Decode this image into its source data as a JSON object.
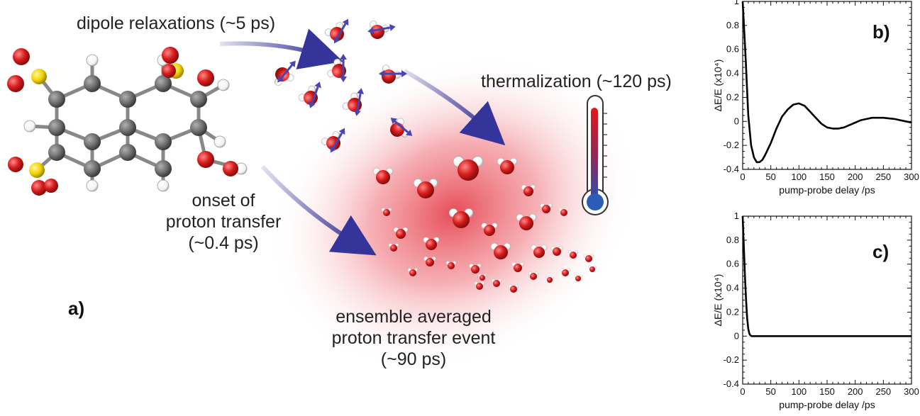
{
  "labels": {
    "dipole": "dipole relaxations (~5 ps)",
    "thermalization": "thermalization (~120 ps)",
    "onset_line1": "onset of",
    "onset_line2": "proton transfer",
    "onset_line3": "(~0.4 ps)",
    "ensemble_line1": "ensemble averaged",
    "ensemble_line2": "proton transfer event",
    "ensemble_line3": "(~90 ps)",
    "panel_a": "a)",
    "panel_b": "b)",
    "panel_c": "c)"
  },
  "colors": {
    "oxygen": "#d81e1e",
    "sulfur": "#f2d400",
    "carbon": "#6e6e6e",
    "hydrogen": "#ffffff",
    "arrow": "#3a3a9a",
    "glow": "#e84c57"
  },
  "chart_data": [
    {
      "type": "line",
      "panel": "b)",
      "xlabel": "pump-probe delay /ps",
      "ylabel": "ΔE/E (x10⁴)",
      "xlim": [
        0,
        300
      ],
      "ylim": [
        -0.4,
        1
      ],
      "xticks": [
        "0",
        "50",
        "100",
        "150",
        "200",
        "250",
        "300"
      ],
      "yticks": [
        "-0.4",
        "-0.2",
        "0",
        "0.2",
        "0.4",
        "0.6",
        "0.8",
        "1"
      ],
      "x": [
        0,
        5,
        10,
        15,
        20,
        25,
        30,
        35,
        40,
        50,
        60,
        70,
        80,
        90,
        100,
        110,
        120,
        130,
        140,
        150,
        160,
        170,
        180,
        190,
        200,
        210,
        220,
        230,
        240,
        250,
        260,
        270,
        280,
        290,
        300
      ],
      "y": [
        1.0,
        0.55,
        0.05,
        -0.2,
        -0.3,
        -0.34,
        -0.34,
        -0.32,
        -0.28,
        -0.18,
        -0.06,
        0.04,
        0.1,
        0.14,
        0.15,
        0.13,
        0.08,
        0.03,
        -0.02,
        -0.05,
        -0.06,
        -0.06,
        -0.05,
        -0.03,
        -0.01,
        0.01,
        0.02,
        0.03,
        0.03,
        0.03,
        0.025,
        0.02,
        0.01,
        0.0,
        -0.01
      ]
    },
    {
      "type": "line",
      "panel": "c)",
      "xlabel": "pump-probe delay /ps",
      "ylabel": "ΔE/E (x10⁴)",
      "xlim": [
        0,
        300
      ],
      "ylim": [
        -0.4,
        1
      ],
      "xticks": [
        "0",
        "50",
        "100",
        "150",
        "200",
        "250",
        "300"
      ],
      "yticks": [
        "-0.4",
        "-0.2",
        "0",
        "0.2",
        "0.4",
        "0.6",
        "0.8",
        "1"
      ],
      "x": [
        0,
        2,
        4,
        6,
        8,
        10,
        12,
        14,
        16,
        20,
        30,
        50,
        100,
        150,
        200,
        250,
        300
      ],
      "y": [
        1.0,
        0.75,
        0.5,
        0.3,
        0.15,
        0.06,
        0.02,
        0.005,
        0.0,
        0.0,
        0.0,
        0.0,
        0.0,
        0.0,
        0.0,
        0.0,
        0.0
      ]
    }
  ]
}
